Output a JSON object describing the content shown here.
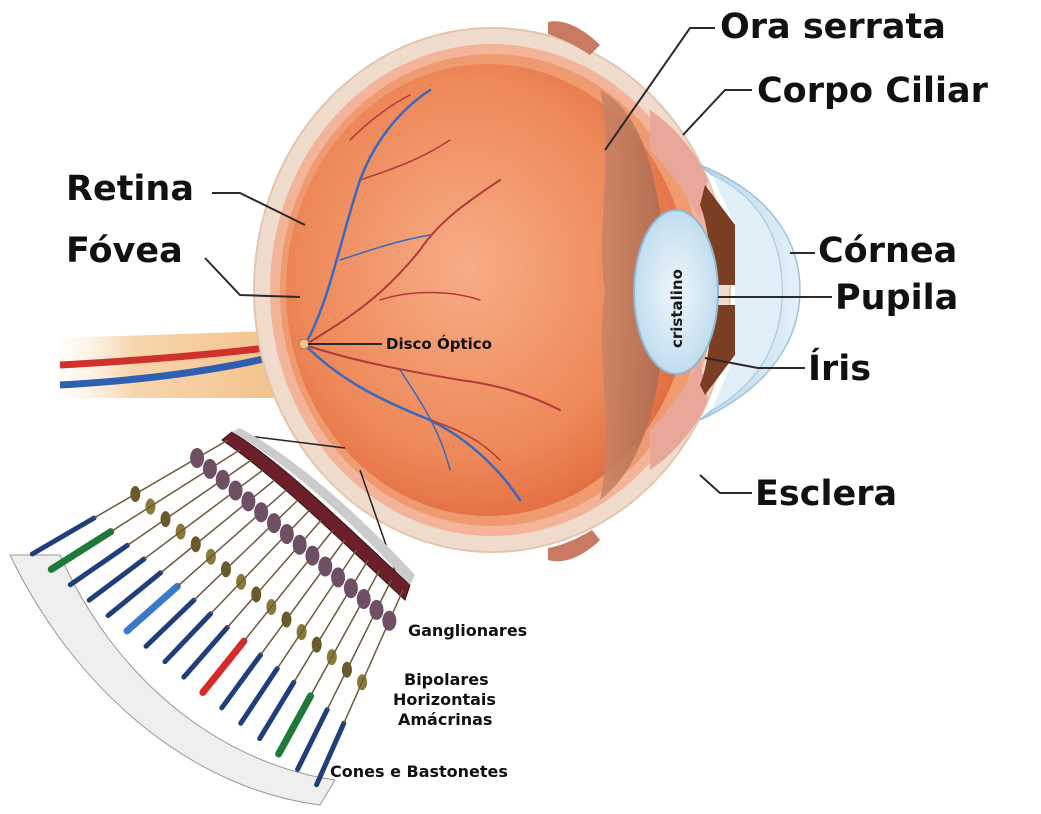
{
  "labels": {
    "ora_serrata": "Ora serrata",
    "corpo_ciliar": "Corpo Ciliar",
    "retina": "Retina",
    "fovea": "Fóvea",
    "cornea": "Córnea",
    "pupila": "Pupila",
    "iris": "Íris",
    "disco_optico": "Disco Óptico",
    "esclera": "Esclera",
    "cristalino": "cristalino",
    "ganglionares": "Ganglionares",
    "bipolares": "Bipolares",
    "horizontais": "Horizontais",
    "amacrinas": "Amácrinas",
    "cones_bastonetes": "Cones e Bastonetes"
  },
  "colors": {
    "vitreous": "#ef8a5c",
    "sclera": "#f2d9c7",
    "cornea": "#cfe3f0",
    "lens": "#d9ecf6",
    "iris": "#8a4a2a",
    "artery": "#d0312d",
    "vein": "#2f5fb0",
    "optic_nerve": "#f6c48f"
  }
}
